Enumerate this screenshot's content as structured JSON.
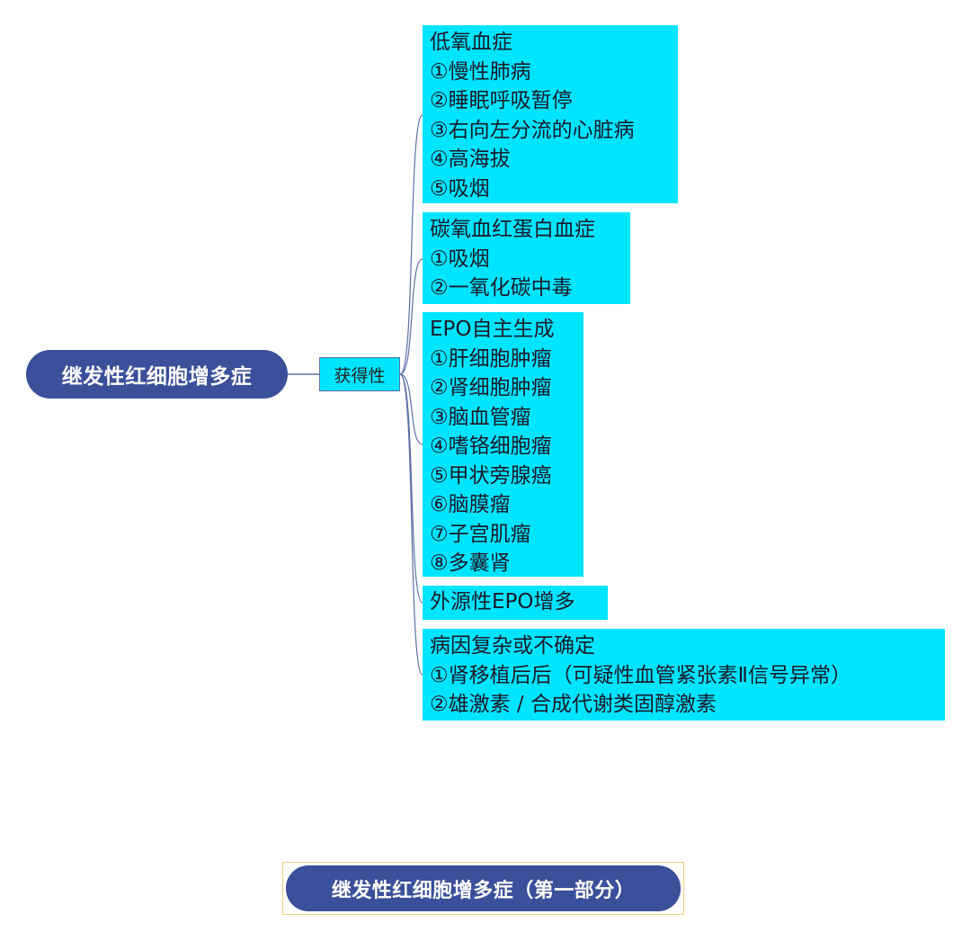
{
  "root": {
    "label": "继发性红细胞增多症"
  },
  "branch": {
    "label": "获得性"
  },
  "leaves": [
    {
      "title": "低氧血症",
      "items": [
        "①慢性肺病",
        "②睡眠呼吸暂停",
        "③右向左分流的心脏病",
        "④高海拔",
        "⑤吸烟"
      ]
    },
    {
      "title": "碳氧血红蛋白血症",
      "items": [
        "①吸烟",
        "②一氧化碳中毒"
      ]
    },
    {
      "title": "EPO自主生成",
      "items": [
        "①肝细胞肿瘤",
        "②肾细胞肿瘤",
        "③脑血管瘤",
        "④嗜铬细胞瘤",
        "⑤甲状旁腺癌",
        "⑥脑膜瘤",
        "⑦子宫肌瘤",
        "⑧多囊肾"
      ]
    },
    {
      "title": "外源性EPO增多",
      "items": []
    },
    {
      "title": "病因复杂或不确定",
      "items": [
        "①肾移植后后（可疑性血管紧张素Ⅱ信号异常）",
        "②雄激素 / 合成代谢类固醇激素"
      ]
    }
  ],
  "caption": {
    "label": "继发性红细胞增多症（第一部分）"
  },
  "colors": {
    "root_fill": "#3b4f9a",
    "leaf_fill": "#00e5ff",
    "connector": "#5b6fa8",
    "caption_border": "#e8d27a"
  }
}
